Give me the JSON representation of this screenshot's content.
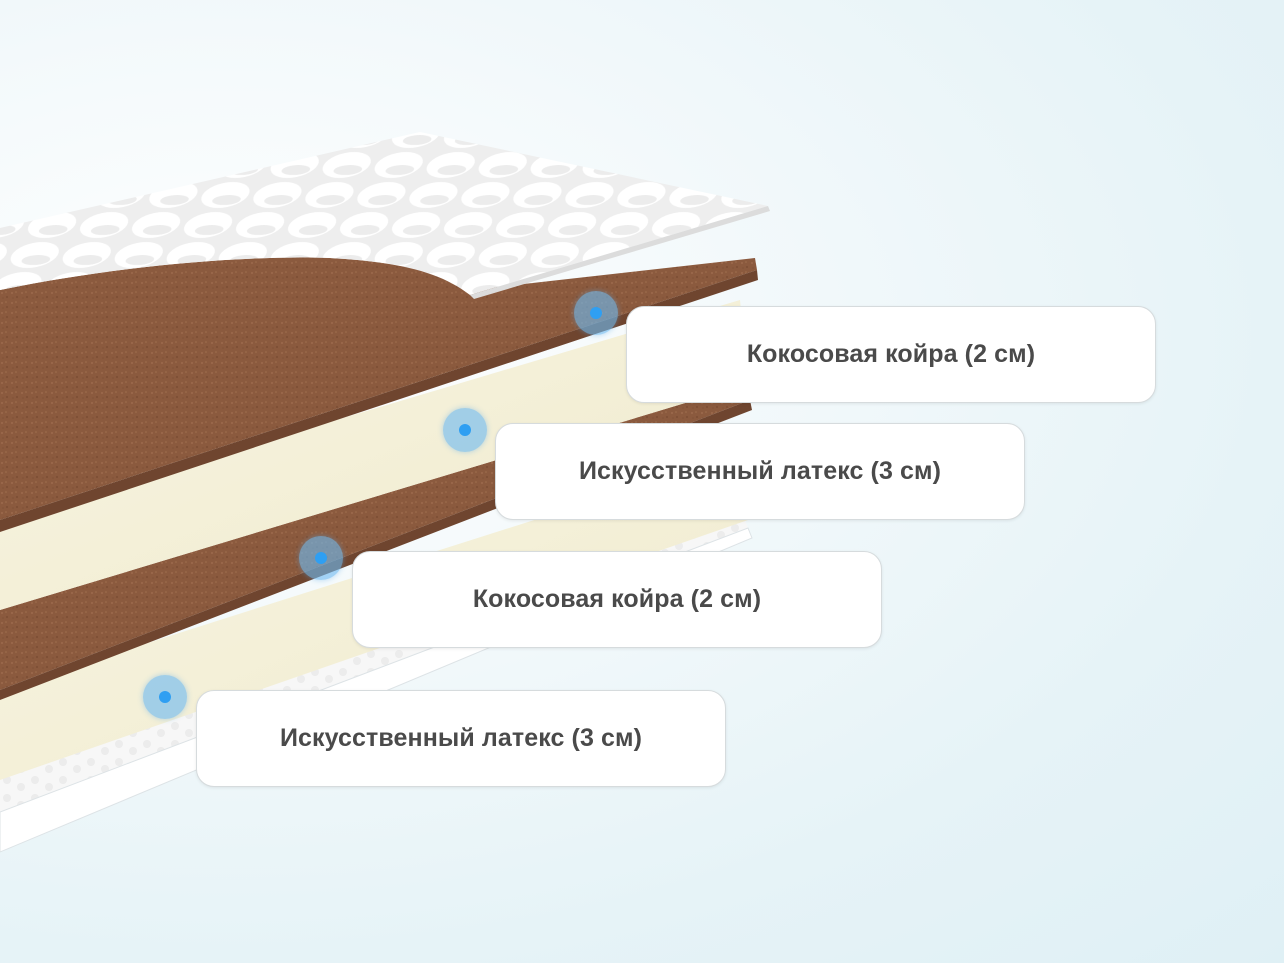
{
  "colors": {
    "coir": "#8b5a3e",
    "coir_light": "#9a6a4d",
    "latex": "#f5f1dc",
    "cover": "#ffffff",
    "marker": "#2f9ff2",
    "callout_text": "#4a4a4a"
  },
  "layers": [
    {
      "label": "Кокосовая койра (2 см)",
      "material": "coir"
    },
    {
      "label": "Искусственный латекс (3 см)",
      "material": "latex"
    },
    {
      "label": "Кокосовая койра (2 см)",
      "material": "coir"
    },
    {
      "label": "Искусственный латекс (3 см)",
      "material": "latex"
    }
  ]
}
